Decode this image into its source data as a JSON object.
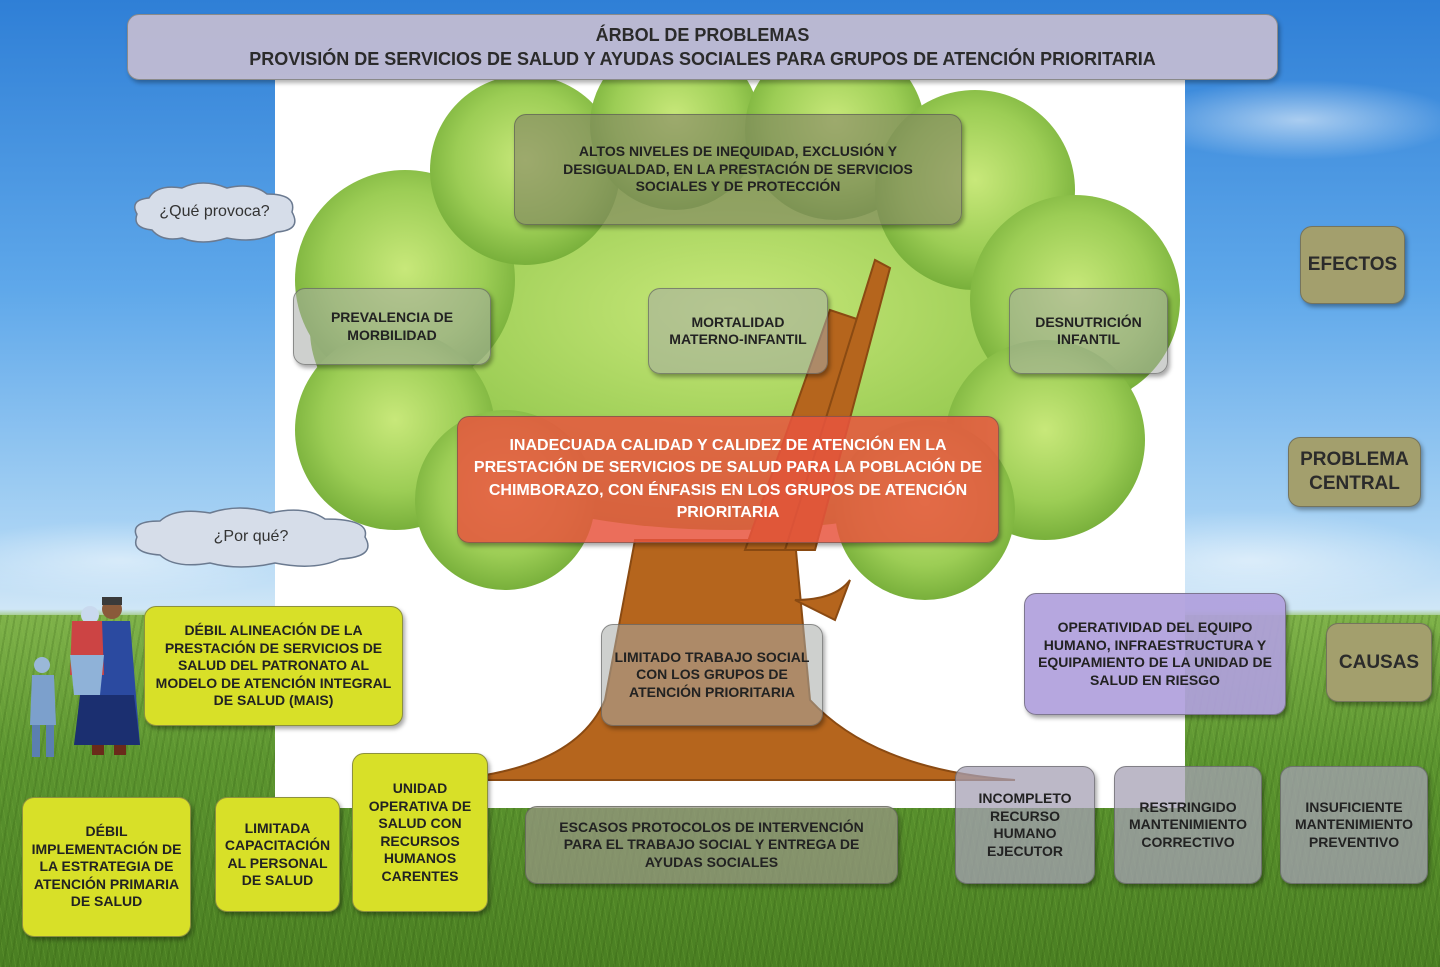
{
  "title": {
    "line1": "ÁRBOL DE PROBLEMAS",
    "line2": "PROVISIÓN DE SERVICIOS DE SALUD Y AYUDAS SOCIALES PARA GRUPOS DE ATENCIÓN PRIORITARIA"
  },
  "clouds": {
    "effects_question": "¿Qué provoca?",
    "causes_question": "¿Por qué?"
  },
  "effects": {
    "main": "ALTOS NIVELES DE INEQUIDAD, EXCLUSIÓN Y DESIGUALDAD, EN LA PRESTACIÓN DE SERVICIOS SOCIALES Y DE PROTECCIÓN",
    "morbidity": "PREVALENCIA DE MORBILIDAD",
    "mortality": "MORTALIDAD MATERNO-INFANTIL",
    "malnutrition": "DESNUTRICIÓN INFANTIL"
  },
  "central_problem": "INADECUADA CALIDAD Y CALIDEZ DE ATENCIÓN EN LA PRESTACIÓN DE SERVICIOS DE SALUD PARA LA POBLACIÓN DE CHIMBORAZO, CON ÉNFASIS EN LOS GRUPOS DE ATENCIÓN PRIORITARIA",
  "causes": {
    "weak_alignment": "DÉBIL ALINEACIÓN DE LA PRESTACIÓN DE SERVICIOS DE SALUD DEL PATRONATO  AL MODELO DE ATENCIÓN INTEGRAL DE SALUD (MAIS)",
    "limited_social_work": "LIMITADO TRABAJO SOCIAL CON LOS GRUPOS DE ATENCIÓN PRIORITARIA",
    "operability": "OPERATIVIDAD DEL EQUIPO HUMANO, INFRAESTRUCTURA Y EQUIPAMIENTO DE LA UNIDAD DE SALUD EN RIESGO",
    "weak_implementation": "DÉBIL IMPLEMENTACIÓN DE LA ESTRATEGIA DE ATENCIÓN PRIMARIA DE SALUD",
    "limited_training": "LIMITADA CAPACITACIÓN AL PERSONAL DE SALUD",
    "operative_unit": "UNIDAD OPERATIVA DE SALUD CON RECURSOS HUMANOS CARENTES",
    "scarce_protocols": "ESCASOS PROTOCOLOS DE INTERVENCIÓN PARA EL TRABAJO SOCIAL Y ENTREGA DE AYUDAS SOCIALES",
    "incomplete_hr": "INCOMPLETO RECURSO HUMANO EJECUTOR",
    "corrective": "RESTRINGIDO MANTENIMIENTO CORRECTIVO",
    "preventive": "INSUFICIENTE MANTENIMIENTO PREVENTIVO"
  },
  "legend": {
    "effects": "EFECTOS",
    "central": "PROBLEMA CENTRAL",
    "causes": "CAUSAS"
  },
  "colors": {
    "central_problem": "#e8553e",
    "yellow_causes": "#d8e028",
    "lavender_causes": "#b0a0dc",
    "foliage": "#8cc63f",
    "trunk": "#b5651d"
  }
}
